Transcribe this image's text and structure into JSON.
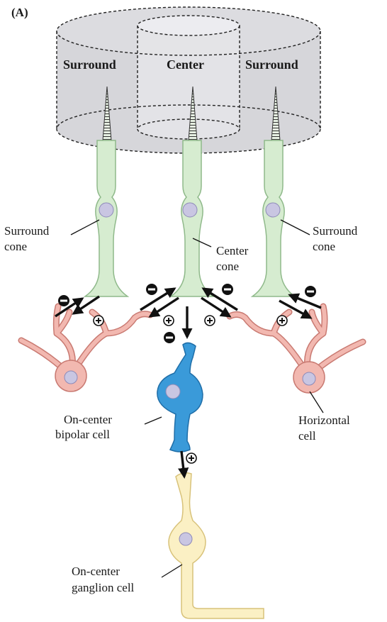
{
  "panel_label": "(A)",
  "regions": {
    "surround_left": "Surround",
    "center": "Center",
    "surround_right": "Surround"
  },
  "labels": {
    "surround_cone_left": [
      "Surround",
      "cone"
    ],
    "center_cone": [
      "Center",
      "cone"
    ],
    "surround_cone_right": [
      "Surround",
      "cone"
    ],
    "bipolar": [
      "On-center",
      "bipolar cell"
    ],
    "horizontal": [
      "Horizontal",
      "cell"
    ],
    "ganglion": [
      "On-center",
      "ganglion cell"
    ]
  },
  "signs": {
    "minus": "−",
    "plus": "+"
  },
  "colors": {
    "cone_fill": "#d6ecd0",
    "cone_stroke": "#8fb98a",
    "horizontal_fill": "#f2b8b0",
    "horizontal_stroke": "#c97a72",
    "bipolar_fill": "#3a9ad9",
    "bipolar_stroke": "#1f6ea8",
    "ganglion_fill": "#fbf0c4",
    "ganglion_stroke": "#d8c27a",
    "nucleus_fill": "#c9c6e2",
    "cylinder_fill": "#c8c8cc"
  }
}
